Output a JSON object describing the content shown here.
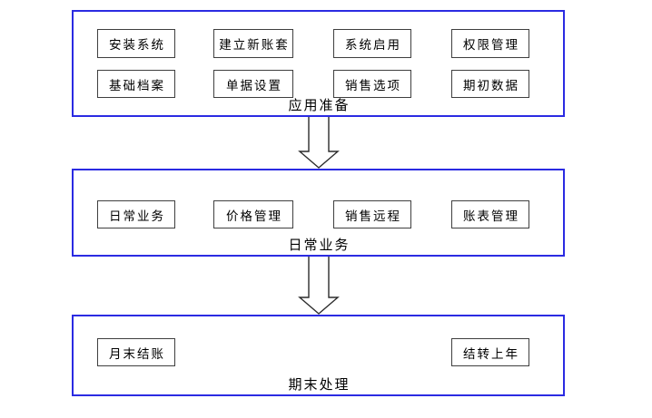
{
  "diagram": {
    "colors": {
      "background": "#ffffff",
      "section_border": "#2b2be2",
      "node_border": "#3f3f3f",
      "arrow_stroke": "#2b2b2b",
      "text": "#000000"
    },
    "sections": [
      {
        "title": "应用准备",
        "items": [
          "安装系统",
          "建立新账套",
          "系统启用",
          "权限管理",
          "基础档案",
          "单据设置",
          "销售选项",
          "期初数据"
        ]
      },
      {
        "title": "日常业务",
        "items": [
          "日常业务",
          "价格管理",
          "销售远程",
          "账表管理"
        ]
      },
      {
        "title": "期末处理",
        "items": [
          "月末结账",
          "结转上年"
        ]
      }
    ],
    "arrows": [
      {
        "name": "down-block-arrow"
      },
      {
        "name": "down-block-arrow"
      }
    ]
  }
}
